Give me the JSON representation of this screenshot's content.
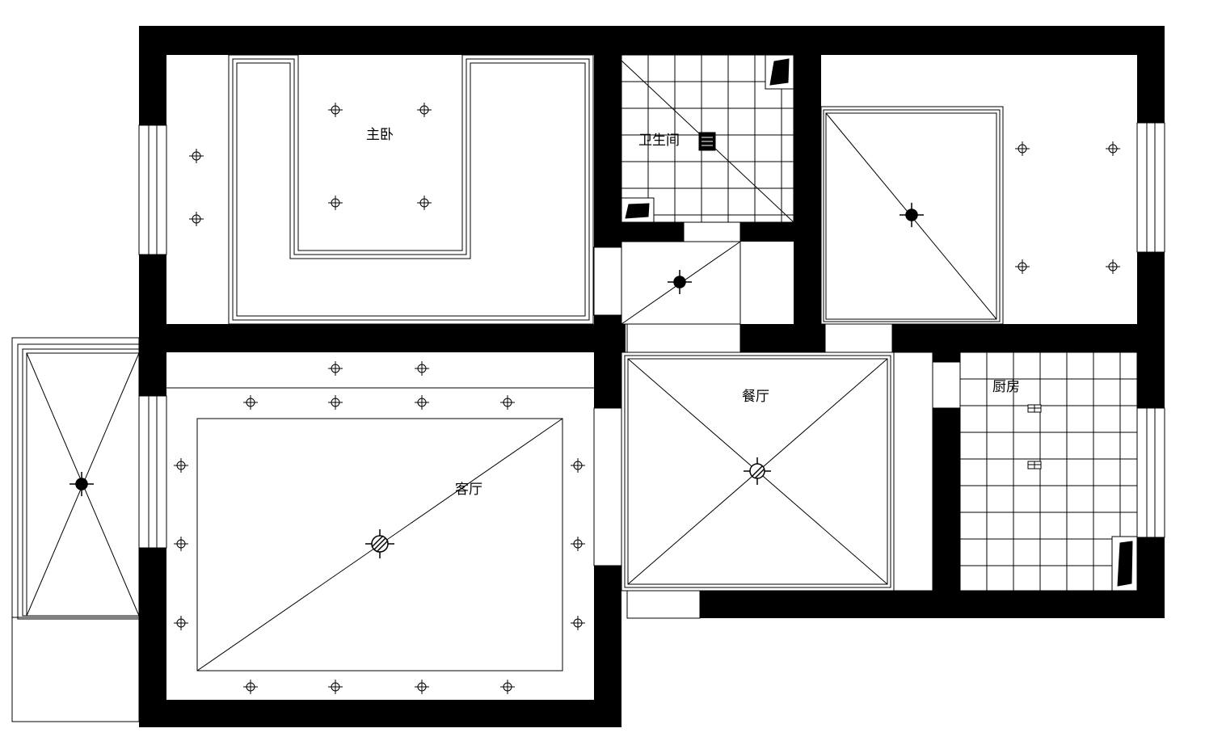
{
  "labels": {
    "master_bedroom": "主卧",
    "bathroom": "卫生间",
    "living_room": "客厅",
    "dining_room": "餐厅",
    "kitchen": "厨房"
  },
  "colors": {
    "wall": "#000000",
    "line": "#000000",
    "background": "#ffffff"
  },
  "icons": {
    "downlight": "crosshair-light-icon",
    "ceiling_lamp": "ceiling-lamp-icon",
    "ceiling_lamp_hatched": "hatched-ceiling-lamp-icon",
    "exhaust_fan": "exhaust-fan-icon",
    "vent": "vent-icon"
  }
}
